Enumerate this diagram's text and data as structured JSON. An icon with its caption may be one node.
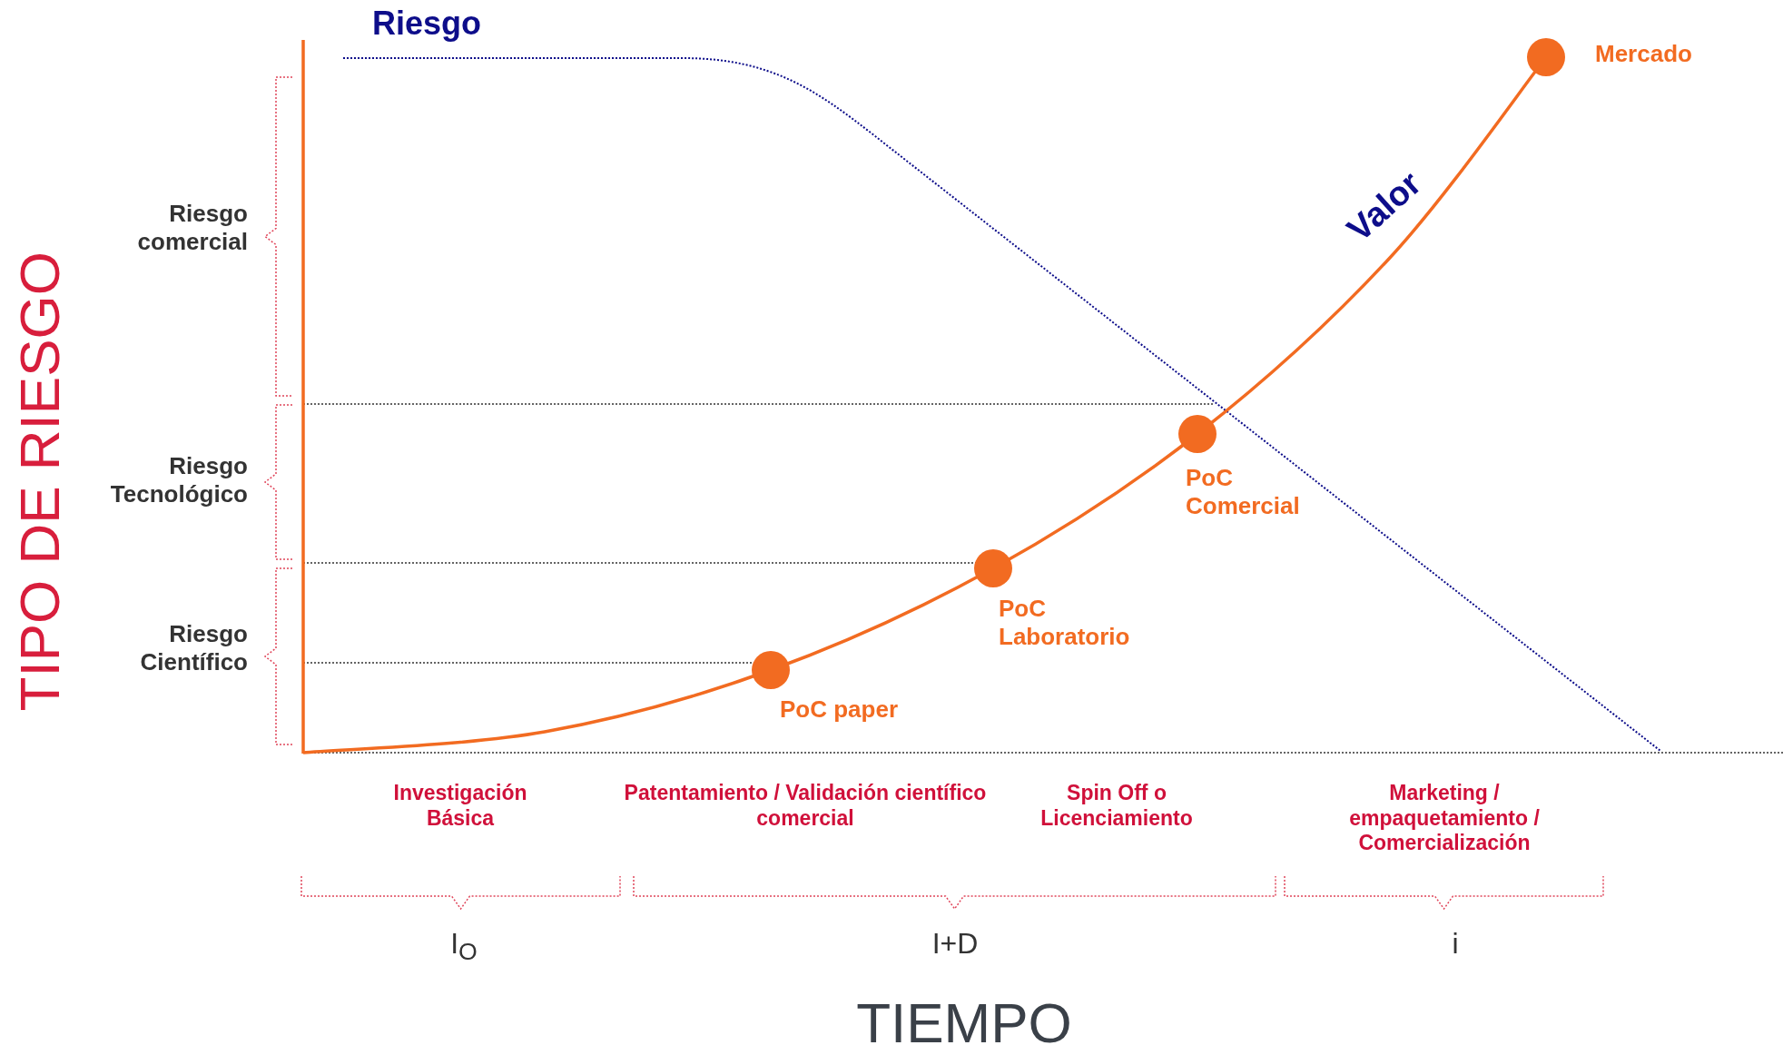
{
  "diagram": {
    "labels": [
      "Riesgo",
      "Mercado",
      "Riesgo comercial",
      "Valor",
      "Riesgo Tecnológico",
      "PoC Comercial",
      "Riesgo Científico",
      "PoC Laboratorio",
      "PoC paper",
      "TIPO DE RIESGO",
      "Investigación Básica",
      "Patentamiento / Validación científico comercial",
      "Spin Off o Licenciamiento",
      "Marketing / empaquetamiento / Comercialización",
      "I$_{O}$",
      "I+D",
      "i",
      "TIEMPO"
    ]
  }
}
